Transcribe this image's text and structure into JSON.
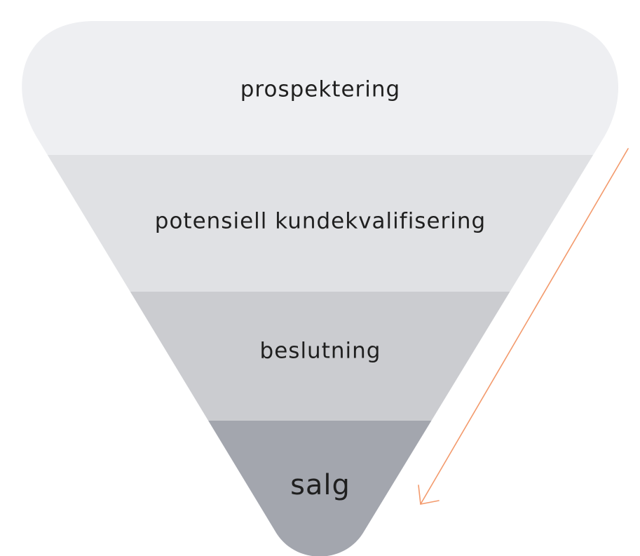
{
  "funnel": {
    "stages": [
      {
        "label": "prospektering",
        "color": "#eeeff2"
      },
      {
        "label": "potensiell kundekvalifisering",
        "color": "#e0e1e4"
      },
      {
        "label": "beslutning",
        "color": "#cbccd0"
      },
      {
        "label": "salg",
        "color": "#a3a6ae"
      }
    ],
    "arrow": {
      "color": "#f39a6c"
    }
  }
}
